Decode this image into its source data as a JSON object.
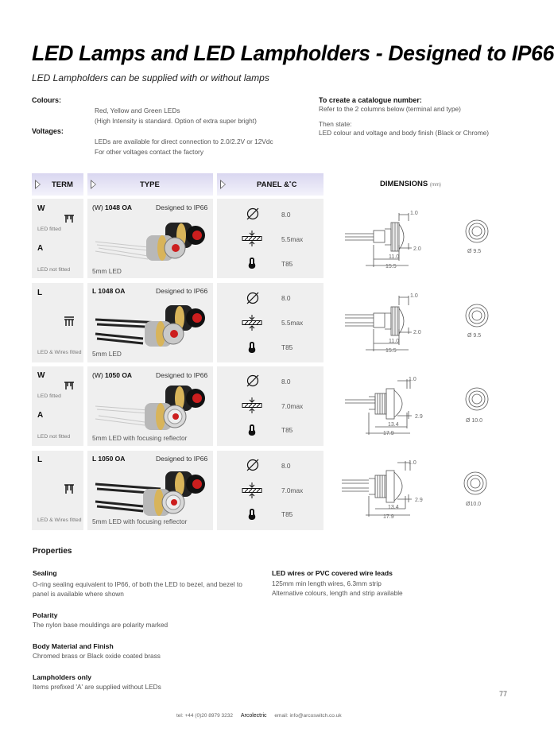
{
  "title": "LED Lamps and LED Lampholders - Designed to IP66",
  "subtitle": "LED Lampholders can be supplied with or without lamps",
  "specs": {
    "colours_label": "Colours:",
    "colours_lines": [
      "Red, Yellow and Green LEDs",
      "(High Intensity is standard.  Option of extra super bright)"
    ],
    "voltages_label": "Voltages:",
    "voltages_lines": [
      "LEDs are available for direct connection to 2.0/2.2V or 12Vdc",
      "For other voltages contact the factory"
    ]
  },
  "catalogue": {
    "heading": "To create a catalogue number:",
    "line1": "Refer to the 2 columns below (terminal and type)",
    "line2": "Then state:",
    "line3": "LED colour and voltage and body finish (Black or Chrome)"
  },
  "table": {
    "headers": {
      "term": "TERM",
      "type": "TYPE",
      "panel": "PANEL & ",
      "panel_unit": "˚C",
      "dimensions": "DIMENSIONS",
      "dimensions_unit": "(mm)"
    },
    "rows": [
      {
        "terms": [
          {
            "code": "W",
            "note": "LED fitted"
          },
          {
            "code": "A",
            "note": "LED not fitted"
          }
        ],
        "type_prefix": "(W) ",
        "type_code": "1048 OA",
        "ip": "Designed to IP66",
        "foot": "5mm LED",
        "panel": "8.0",
        "thickness": "5.5max",
        "temp": "T85",
        "dims": {
          "top": "1.0",
          "mid": "2.0",
          "inner": "11.0",
          "outer": "15.5",
          "diameter": "Ø 9.5"
        }
      },
      {
        "terms": [
          {
            "code": "L",
            "note": "LED & Wires fitted"
          }
        ],
        "type_prefix": "",
        "type_code": "L 1048 OA",
        "ip": "Designed to IP66",
        "foot": "5mm LED",
        "panel": "8.0",
        "thickness": "5.5max",
        "temp": "T85",
        "dims": {
          "top": "1.0",
          "mid": "2.0",
          "inner": "11.0",
          "outer": "15.5",
          "diameter": "Ø 9.5"
        }
      },
      {
        "terms": [
          {
            "code": "W",
            "note": "LED fitted"
          },
          {
            "code": "A",
            "note": "LED not fitted"
          }
        ],
        "type_prefix": "(W) ",
        "type_code": "1050 OA",
        "ip": "Designed to IP66",
        "foot": "5mm LED with focusing reflector",
        "panel": "8.0",
        "thickness": "7.0max",
        "temp": "T85",
        "dims": {
          "top": "1.0",
          "mid": "2.9",
          "inner": "13.4",
          "outer": "17.9",
          "diameter": "Ø 10.0"
        }
      },
      {
        "terms": [
          {
            "code": "L",
            "note": "LED & Wires fitted"
          }
        ],
        "type_prefix": "",
        "type_code": "L 1050 OA",
        "ip": "Designed to IP66",
        "foot": "5mm LED with focusing reflector",
        "panel": "8.0",
        "thickness": "7.0max",
        "temp": "T85",
        "dims": {
          "top": "1.0",
          "mid": "2.9",
          "inner": "13.4",
          "outer": "17.9",
          "diameter": "Ø10.0"
        }
      }
    ]
  },
  "properties": {
    "heading": "Properties",
    "sealing_h": "Sealing",
    "sealing_l1": "O-ring sealing equivalent to IP66, of both the LED to bezel, and bezel to",
    "sealing_l2": "panel is available where shown",
    "polarity_h": "Polarity",
    "polarity_t": "The nylon base mouldings are polarity marked",
    "body_h": "Body Material and Finish",
    "body_t": "Chromed brass or Black oxide coated brass",
    "holders_h": "Lampholders only",
    "holders_t": "Items prefixed 'A' are supplied without LEDs",
    "wires_h": "LED wires or PVC covered wire leads",
    "wires_l1": "125mm min length wires, 6.3mm strip",
    "wires_l2": "Alternative colours, length and strip available"
  },
  "page_number": "77",
  "footer": {
    "tel": "tel: +44 (0)20 8979 3232",
    "brand": "Arcolectric",
    "email": "email: info@arcoswitch.co.uk"
  },
  "colors": {
    "header_band": "#dcd9f2",
    "cell_bg": "#efefef",
    "lamp_red": "#cc1e1e",
    "bezel_gold": "#d8b45a"
  }
}
